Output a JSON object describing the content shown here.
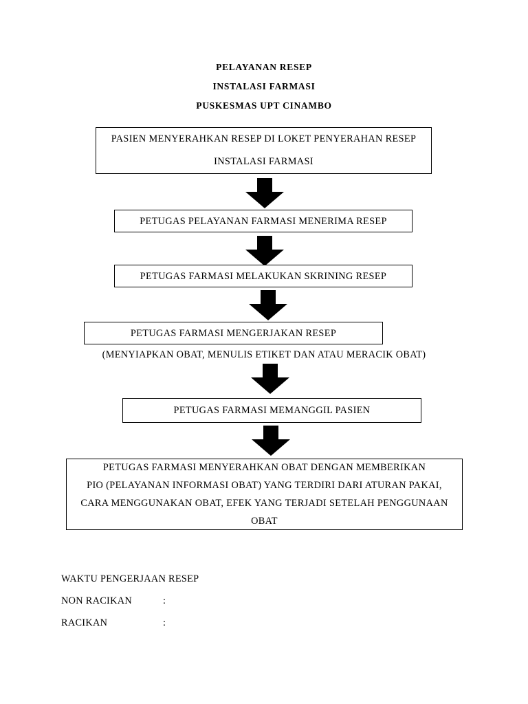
{
  "document": {
    "type": "flowchart",
    "language": "id",
    "page_background": "#ffffff",
    "ink_color": "#000000"
  },
  "title": {
    "line1": "PELAYANAN RESEP",
    "line2": "INSTALASI FARMASI",
    "line3": "PUSKESMAS UPT CINAMBO"
  },
  "flow": {
    "steps": [
      {
        "id": "step-1",
        "lines": [
          "PASIEN MENYERAHKAN RESEP DI LOKET PENYERAHAN RESEP",
          "INSTALASI FARMASI"
        ]
      },
      {
        "id": "step-2",
        "lines": [
          "PETUGAS PELAYANAN FARMASI MENERIMA RESEP"
        ]
      },
      {
        "id": "step-3",
        "lines": [
          "PETUGAS FARMASI MELAKUKAN SKRINING RESEP"
        ]
      },
      {
        "id": "step-4",
        "lines": [
          "PETUGAS FARMASI MENGERJAKAN RESEP"
        ],
        "caption": "(MENYIAPKAN OBAT, MENULIS ETIKET DAN ATAU MERACIK OBAT)"
      },
      {
        "id": "step-5",
        "lines": [
          "PETUGAS FARMASI MEMANGGIL PASIEN"
        ]
      },
      {
        "id": "step-6",
        "lines": [
          "PETUGAS FARMASI MENYERAHKAN OBAT DENGAN MEMBERIKAN",
          "PIO (PELAYANAN INFORMASI OBAT) YANG TERDIRI DARI ATURAN PAKAI,",
          "CARA MENGGUNAKAN OBAT, EFEK YANG TERJADI SETELAH PENGGUNAAN",
          "OBAT"
        ]
      }
    ],
    "connectors": [
      {
        "id": "connector-1",
        "icon": "arrow-down-icon"
      },
      {
        "id": "connector-2",
        "icon": "arrow-down-icon"
      },
      {
        "id": "connector-3",
        "icon": "arrow-down-icon"
      },
      {
        "id": "connector-4",
        "icon": "arrow-down-icon"
      },
      {
        "id": "connector-5",
        "icon": "arrow-down-icon"
      }
    ]
  },
  "footer": {
    "rows": [
      {
        "label": "WAKTU PENGERJAAN RESEP",
        "separator": ":",
        "value": ""
      },
      {
        "label": "NON RACIKAN",
        "separator": ":",
        "value": ""
      },
      {
        "label": "RACIKAN",
        "separator": ":",
        "value": ""
      }
    ]
  }
}
